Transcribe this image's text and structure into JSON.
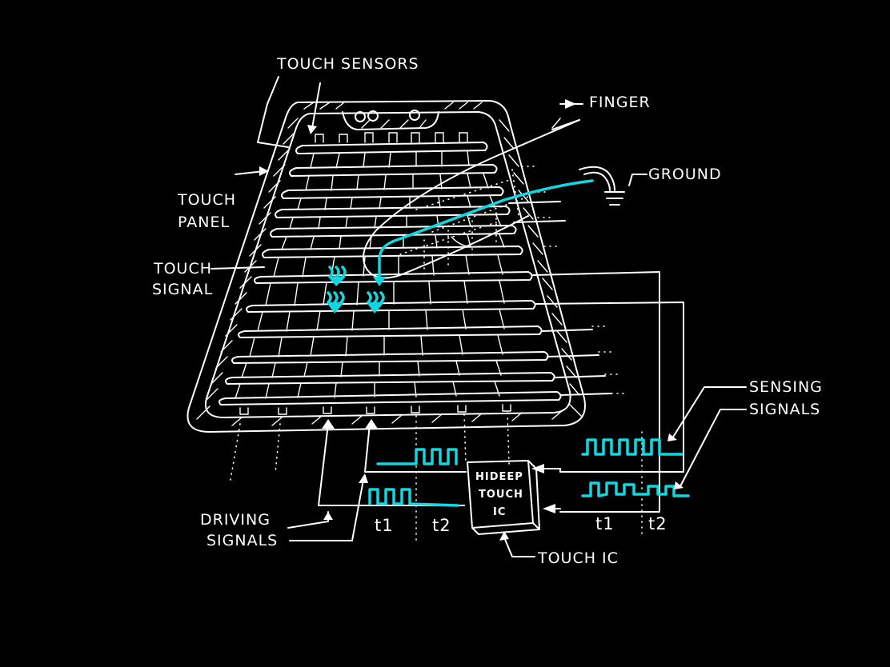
{
  "colors": {
    "background": "#000000",
    "ink": "#ffffff",
    "signal": "#12d6e0"
  },
  "labels": {
    "touch_sensors": "TOUCH SENSORS",
    "finger": "FINGER",
    "ground": "GROUND",
    "touch_panel_1": "TOUCH",
    "touch_panel_2": "PANEL",
    "touch_signal_1": "TOUCH",
    "touch_signal_2": "SIGNAL",
    "sensing_signals_1": "SENSING",
    "sensing_signals_2": "SIGNALS",
    "driving_signals_1": "DRIVING",
    "driving_signals_2": "SIGNALS",
    "touch_ic": "TOUCH IC",
    "chip_line_1": "HIDEEP",
    "chip_line_2": "TOUCH",
    "chip_line_3": "IC"
  },
  "timing": {
    "left_t1": "t1",
    "left_t2": "t2",
    "right_t1": "t1",
    "right_t2": "t2"
  },
  "icons": [
    "ground-symbol-icon",
    "finger-outline-icon",
    "arrow-head-icon"
  ]
}
